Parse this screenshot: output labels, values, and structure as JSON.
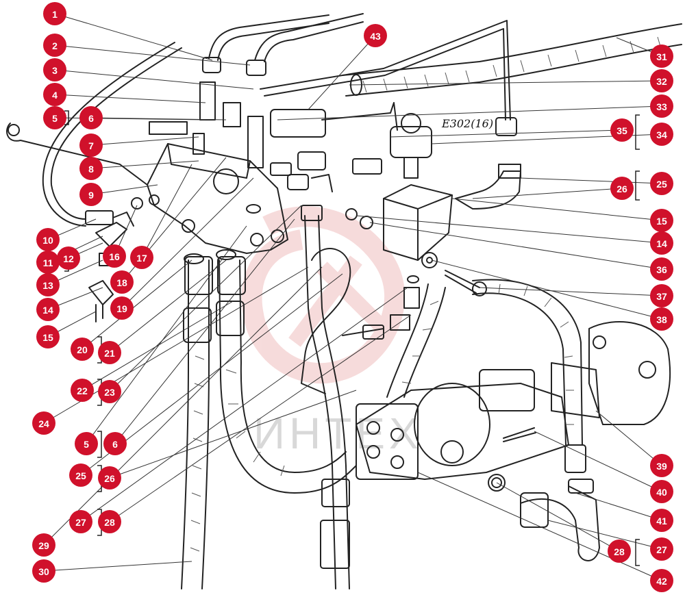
{
  "annotation": "E302(16)",
  "watermark": "ИНТЕХ",
  "callout_color": "#d0112b",
  "callouts": [
    "1",
    "2",
    "3",
    "4",
    "5",
    "6",
    "7",
    "8",
    "9",
    "10",
    "11",
    "12",
    "13",
    "14",
    "15",
    "16",
    "17",
    "18",
    "19",
    "20",
    "21",
    "22",
    "23",
    "24",
    "5",
    "6",
    "25",
    "26",
    "27",
    "28",
    "29",
    "30",
    "31",
    "32",
    "33",
    "34",
    "35",
    "25",
    "26",
    "15",
    "14",
    "36",
    "37",
    "38",
    "39",
    "40",
    "41",
    "27",
    "28",
    "42",
    "43"
  ]
}
